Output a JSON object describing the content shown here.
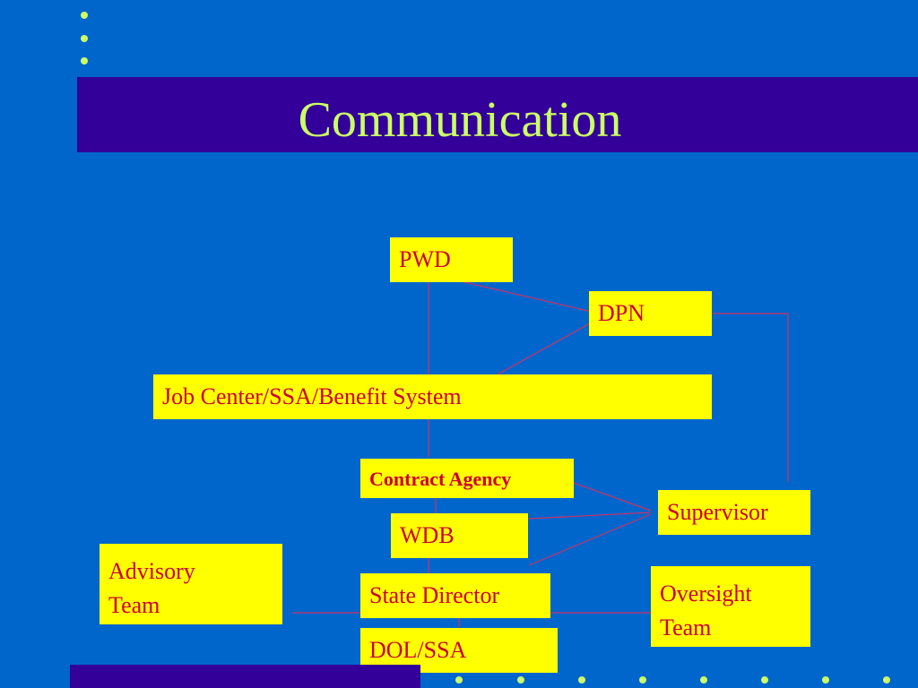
{
  "slide": {
    "title": "Communication"
  },
  "colors": {
    "background": "#0066CC",
    "title_band": "#330099",
    "title_text": "#CCFF66",
    "box_fill": "#FFFF00",
    "box_text": "#CC0033",
    "connector": "#CC3366"
  },
  "nodes": {
    "pwd": "PWD",
    "dpn": "DPN",
    "job_center": "Job Center/SSA/Benefit System",
    "contract_agency": "Contract Agency",
    "supervisor": "Supervisor",
    "wdb": "WDB",
    "advisory_team": "Advisory\nTeam",
    "state_director": "State Director",
    "oversight_team": "Oversight\nTeam",
    "dol_ssa": "DOL/SSA"
  }
}
